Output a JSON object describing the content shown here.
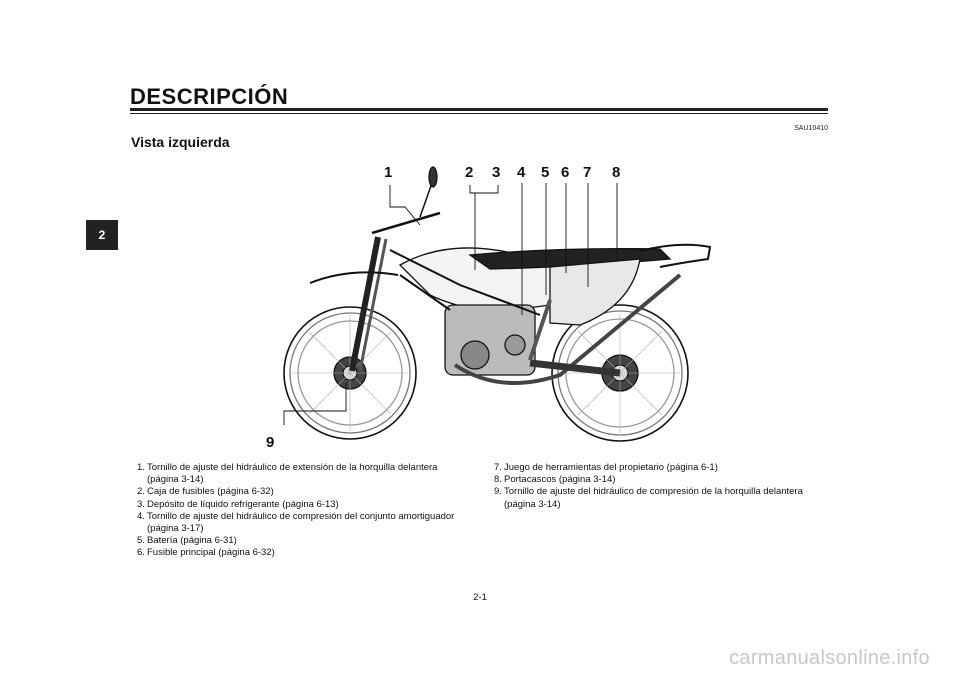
{
  "header": {
    "title": "DESCRIPCIÓN",
    "code": "SAU10410",
    "subtitle": "Vista izquierda",
    "chapter_tab": "2"
  },
  "figure": {
    "callouts": [
      "1",
      "2",
      "3",
      "4",
      "5",
      "6",
      "7",
      "8",
      "9"
    ]
  },
  "legend": {
    "left": [
      {
        "num": "1.",
        "text": "Tornillo de ajuste del hidráulico de extensión de la horquilla delantera (página 3-14)"
      },
      {
        "num": "2.",
        "text": "Caja de fusibles (página 6-32)"
      },
      {
        "num": "3.",
        "text": "Depósito de líquido refrigerante (página 6-13)"
      },
      {
        "num": "4.",
        "text": "Tornillo de ajuste del hidráulico de compresión del conjunto amortiguador (página 3-17)"
      },
      {
        "num": "5.",
        "text": "Batería (página 6-31)"
      },
      {
        "num": "6.",
        "text": "Fusible principal (página 6-32)"
      }
    ],
    "right": [
      {
        "num": "7.",
        "text": "Juego de herramientas del propietario (página 6-1)"
      },
      {
        "num": "8.",
        "text": "Portacascos (página 3-14)"
      },
      {
        "num": "9.",
        "text": "Tornillo de ajuste del hidráulico de compresión de la horquilla delantera (página 3-14)"
      }
    ]
  },
  "footer": {
    "page_number": "2-1",
    "watermark": "carmanualsonline.info"
  }
}
